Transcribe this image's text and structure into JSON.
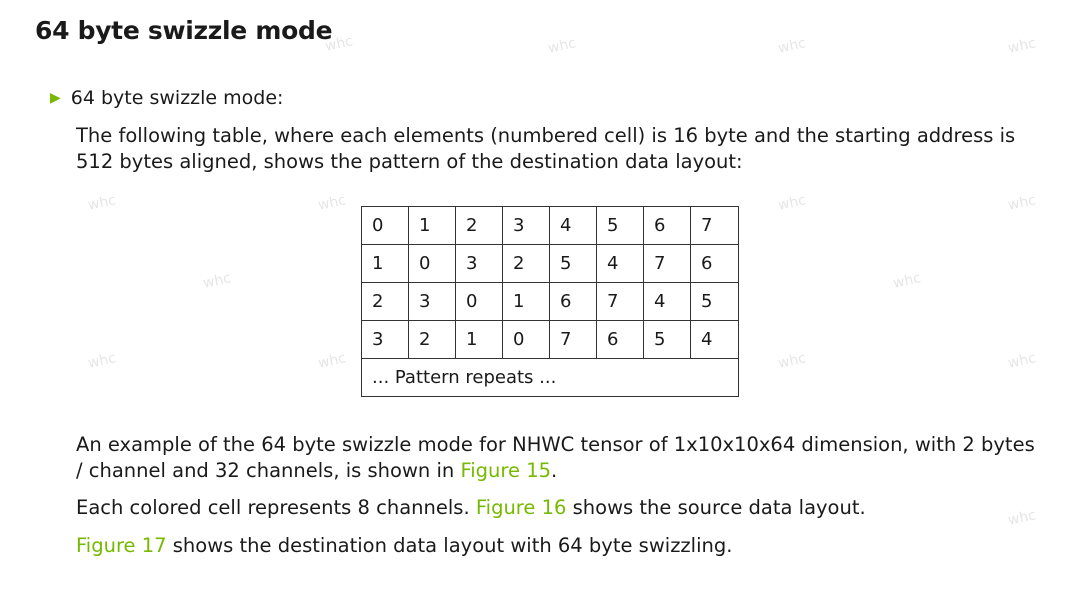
{
  "heading": "64 byte swizzle mode",
  "bullet": "64 byte swizzle mode:",
  "intro": "The following table, where each elements (numbered cell) is 16 byte and the starting address is 512 bytes aligned, shows the pattern of the destination data layout:",
  "table": {
    "rows": [
      [
        "0",
        "1",
        "2",
        "3",
        "4",
        "5",
        "6",
        "7"
      ],
      [
        "1",
        "0",
        "3",
        "2",
        "5",
        "4",
        "7",
        "6"
      ],
      [
        "2",
        "3",
        "0",
        "1",
        "6",
        "7",
        "4",
        "5"
      ],
      [
        "3",
        "2",
        "1",
        "0",
        "7",
        "6",
        "5",
        "4"
      ]
    ],
    "footer": "... Pattern repeats ..."
  },
  "example": {
    "pre": "An example of the 64 byte swizzle mode for NHWC tensor of 1x10x10x64 dimension, with 2 bytes / channel and 32 channels, is shown in ",
    "link": "Figure 15",
    "post": "."
  },
  "colored": {
    "pre": "Each colored cell represents 8 channels. ",
    "link": "Figure 16",
    "post": " shows the source data layout."
  },
  "dest": {
    "link": "Figure 17",
    "post": " shows the destination data layout with 64 byte swizzling."
  },
  "watermark": "whc",
  "colors": {
    "accent": "#76b900",
    "text": "#1a1a1a",
    "border": "#333333"
  }
}
